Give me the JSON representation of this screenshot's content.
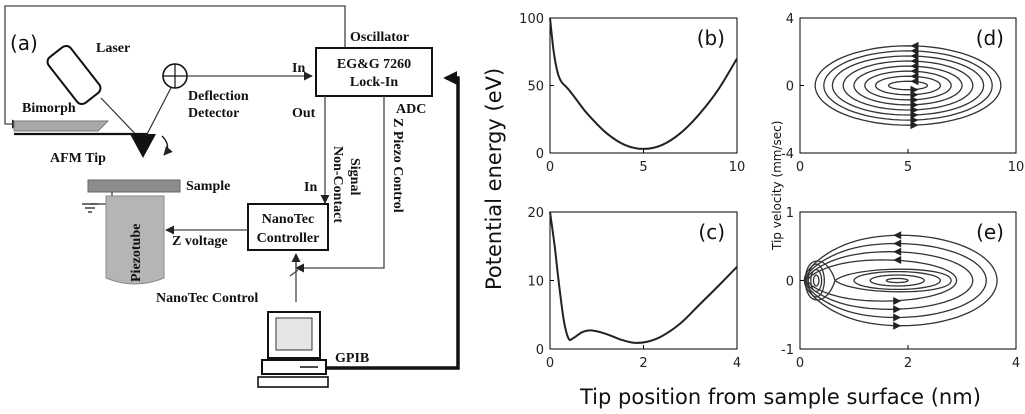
{
  "schematic": {
    "panel_label": "(a)",
    "laser": "Laser",
    "bimorph": "Bimorph",
    "afm_tip": "AFM Tip",
    "deflection_detector_line1": "Deflection",
    "deflection_detector_line2": "Detector",
    "oscillator": "Oscillator",
    "lockin_line1": "EG&G 7260",
    "lockin_line2": "Lock-In",
    "port_in_top": "In",
    "port_out": "Out",
    "port_adc": "ADC",
    "noncontact_line1": "Non-Contact",
    "noncontact_line2": "Signal",
    "port_in_bottom": "In",
    "zpiezo": "Z Piezo Control",
    "sample": "Sample",
    "piezotube": "Piezotube",
    "nanotec_line1": "NanoTec",
    "nanotec_line2": "Controller",
    "z_voltage": "Z voltage",
    "nanotec_control": "NanoTec Control",
    "gpib": "GPIB"
  },
  "figure": {
    "ylabel_potential": "Potential energy (eV)",
    "ylabel_velocity": "Tip velocity (mm/sec)",
    "xlabel": "Tip position from sample surface (nm)"
  },
  "chart_data": [
    {
      "type": "line",
      "panel": "(b)",
      "xlim": [
        0,
        10
      ],
      "ylim": [
        0,
        100
      ],
      "xticks": [
        "0",
        "5",
        "10"
      ],
      "yticks": [
        "0",
        "50",
        "100"
      ],
      "x": [
        0,
        0.2,
        0.4,
        0.6,
        1,
        1.5,
        2,
        3,
        4,
        5,
        6,
        7,
        8,
        9,
        10
      ],
      "y": [
        100,
        75,
        60,
        53,
        47,
        38,
        29,
        15,
        6,
        3,
        6,
        15,
        29,
        47,
        70
      ]
    },
    {
      "type": "line",
      "panel": "(c)",
      "xlim": [
        0,
        4
      ],
      "ylim": [
        0,
        20
      ],
      "xticks": [
        "0",
        "2",
        "4"
      ],
      "yticks": [
        "0",
        "10",
        "20"
      ],
      "x": [
        0,
        0.1,
        0.2,
        0.3,
        0.4,
        0.5,
        0.7,
        0.9,
        1.2,
        1.5,
        1.8,
        2.1,
        2.4,
        2.8,
        3.2,
        3.6,
        4
      ],
      "y": [
        20,
        15,
        9,
        4,
        1.5,
        1.6,
        2.5,
        2.7,
        2.2,
        1.4,
        0.9,
        1.1,
        1.9,
        3.8,
        6.5,
        9.2,
        12
      ]
    },
    {
      "type": "phase-portrait",
      "panel": "(d)",
      "xlim": [
        0,
        10
      ],
      "ylim": [
        -4,
        4
      ],
      "xticks": [
        "0",
        "5",
        "10"
      ],
      "yticks": [
        "-4",
        "0",
        "4"
      ],
      "center": [
        5,
        0
      ],
      "orbits": [
        {
          "x_halfwidth": 0.9,
          "y_halfheight": 0.25
        },
        {
          "x_halfwidth": 1.5,
          "y_halfheight": 0.55
        },
        {
          "x_halfwidth": 2.0,
          "y_halfheight": 0.85
        },
        {
          "x_halfwidth": 2.5,
          "y_halfheight": 1.15
        },
        {
          "x_halfwidth": 3.0,
          "y_halfheight": 1.45
        },
        {
          "x_halfwidth": 3.5,
          "y_halfheight": 1.75
        },
        {
          "x_halfwidth": 3.9,
          "y_halfheight": 2.05
        },
        {
          "x_halfwidth": 4.3,
          "y_halfheight": 2.35
        }
      ]
    },
    {
      "type": "phase-portrait",
      "panel": "(e)",
      "xlim": [
        0,
        4
      ],
      "ylim": [
        -1,
        1
      ],
      "xticks": [
        "0",
        "2",
        "4"
      ],
      "yticks": [
        "-1",
        "0",
        "1"
      ],
      "centers": [
        [
          0.3,
          0
        ],
        [
          1.8,
          0
        ]
      ],
      "saddle": [
        0.65,
        0
      ],
      "inner_left_orbits": [
        {
          "x_halfwidth": 0.05,
          "y_halfheight": 0.08
        },
        {
          "x_halfwidth": 0.1,
          "y_halfheight": 0.16
        },
        {
          "x_halfwidth": 0.15,
          "y_halfheight": 0.24
        }
      ],
      "inner_right_orbits": [
        {
          "x_halfwidth": 0.2,
          "y_halfheight": 0.03
        },
        {
          "x_halfwidth": 0.5,
          "y_halfheight": 0.08
        },
        {
          "x_halfwidth": 0.8,
          "y_halfheight": 0.13
        }
      ],
      "outer_orbits": [
        {
          "x_min": 0.15,
          "x_max": 2.9,
          "y_halfheight": 0.3
        },
        {
          "x_min": 0.12,
          "x_max": 3.2,
          "y_halfheight": 0.42
        },
        {
          "x_min": 0.1,
          "x_max": 3.45,
          "y_halfheight": 0.54
        },
        {
          "x_min": 0.08,
          "x_max": 3.65,
          "y_halfheight": 0.66
        }
      ]
    }
  ]
}
